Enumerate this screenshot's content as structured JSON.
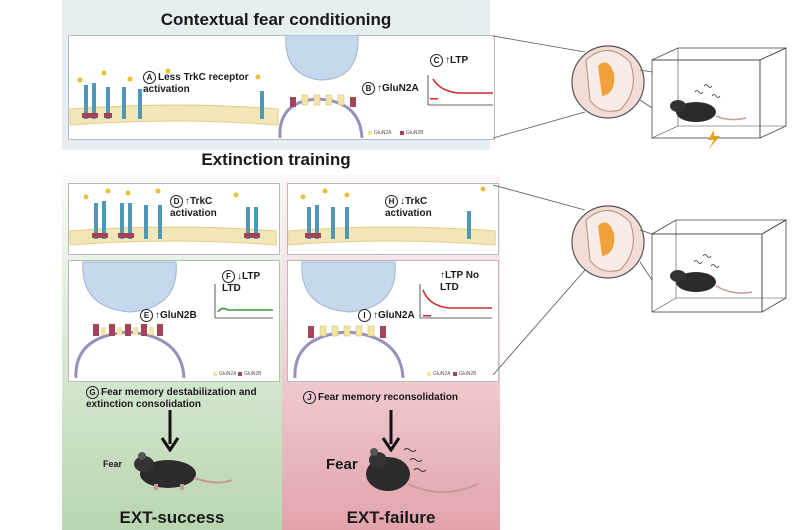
{
  "title_top": "Contextual fear conditioning",
  "title_mid": "Extinction training",
  "labels": {
    "A": {
      "letter": "A",
      "text": "Less TrkC receptor activation"
    },
    "B": {
      "letter": "B",
      "text": "↑GluN2A"
    },
    "C": {
      "letter": "C",
      "text": "↑LTP"
    },
    "D": {
      "letter": "D",
      "text": "↑TrkC activation"
    },
    "E": {
      "letter": "E",
      "text": "↑GluN2B"
    },
    "F": {
      "letter": "F",
      "text": "↓LTP LTD"
    },
    "G": {
      "letter": "G",
      "text": "Fear memory destabilization and extinction consolidation"
    },
    "H": {
      "letter": "H",
      "text": "↓TrkC activation"
    },
    "I": {
      "letter": "I",
      "text": "↑GluN2A"
    },
    "I_plot": "↑LTP No LTD",
    "J": {
      "letter": "J",
      "text": "Fear memory reconsolidation"
    }
  },
  "legend": {
    "glun2a": "GluN2A",
    "glun2b": "GluN2B"
  },
  "fear": "Fear",
  "outcomes": {
    "success": "EXT-success",
    "failure": "EXT-failure"
  },
  "colors": {
    "top_bg": "#e6eef1",
    "success_bg": "#d7e8d3",
    "failure_bg": "#f3d2d6",
    "membrane": "#f3e6b8",
    "receptor": "#4e97b5",
    "ltp_red": "#cc2b2b",
    "ltd_green": "#3a9a3a",
    "glun2a": "#f1e6a4",
    "glun2b": "#a3445a"
  }
}
